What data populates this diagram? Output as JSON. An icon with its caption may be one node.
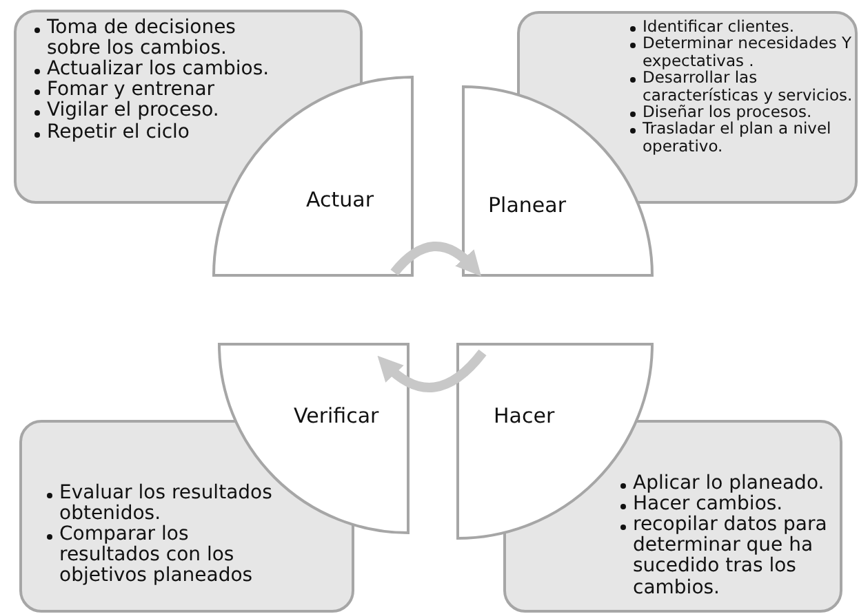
{
  "diagram": {
    "nodes": [
      {
        "text": [
          "Toma de decisiones sobre los cambios.",
          "Actualizar los cambios.",
          "Fomar y entrenar",
          "Vigilar el proceso.",
          "Repetir el ciclo"
        ]
      },
      {
        "text": [
          "Actuar"
        ]
      },
      {
        "text": [
          "Planear"
        ]
      },
      {
        "text": [
          "Identificar clientes.",
          "Determinar necesidades Y expectativas .",
          "Desarrollar las características y servicios.",
          "Diseñar los procesos.",
          "Trasladar el plan a nivel operativo."
        ]
      },
      {
        "text": [
          "Verificar"
        ]
      },
      {
        "text": [
          "Hacer"
        ]
      },
      {
        "text": [
          "Evaluar los resultados obtenidos.",
          "Comparar los resultados con los objetivos planeados"
        ]
      },
      {
        "text": [
          "Aplicar lo planeado.",
          "Hacer cambios.",
          "recopilar datos para determinar que ha sucedido tras los cambios."
        ]
      }
    ],
    "edges": [
      {
        "from": 1,
        "to": 2,
        "arrow": "to"
      },
      {
        "from": 5,
        "to": 4,
        "arrow": "to"
      }
    ]
  }
}
